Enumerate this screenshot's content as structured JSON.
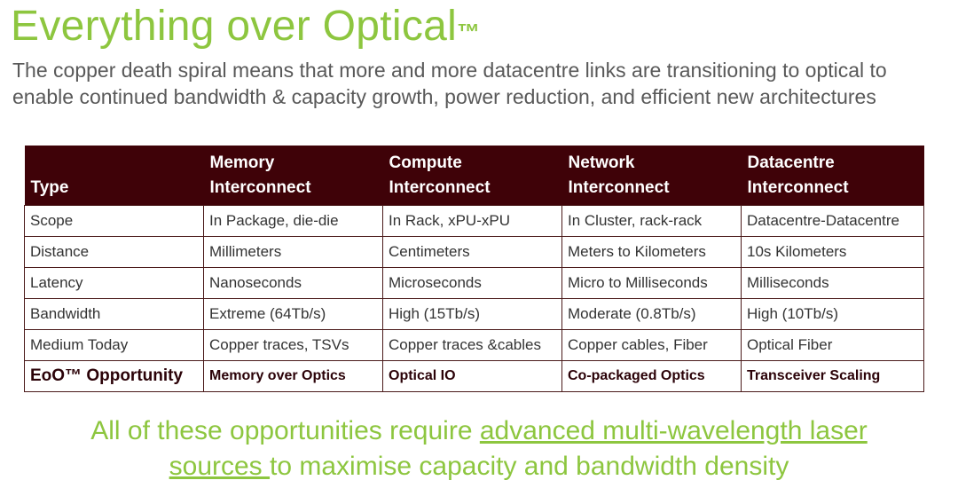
{
  "title": {
    "text": "Everything over Optical",
    "mark": "™"
  },
  "subtitle": "The copper death spiral means that more and more datacentre links are transitioning to optical to enable continued bandwidth & capacity growth, power reduction, and efficient new architectures",
  "table": {
    "headers": [
      [
        "",
        "Type"
      ],
      [
        "Memory",
        "Interconnect"
      ],
      [
        "Compute",
        "Interconnect"
      ],
      [
        "Network",
        "Interconnect"
      ],
      [
        "Datacentre",
        "Interconnect"
      ]
    ],
    "rows": [
      [
        "Scope",
        "In Package, die-die",
        "In Rack, xPU-xPU",
        "In Cluster, rack-rack",
        "Datacentre-Datacentre"
      ],
      [
        "Distance",
        "Millimeters",
        "Centimeters",
        "Meters to Kilometers",
        "10s Kilometers"
      ],
      [
        "Latency",
        "Nanoseconds",
        "Microseconds",
        "Micro to Milliseconds",
        "Milliseconds"
      ],
      [
        "Bandwidth",
        "Extreme (64Tb/s)",
        "High (15Tb/s)",
        "Moderate (0.8Tb/s)",
        "High (10Tb/s)"
      ],
      [
        "Medium Today",
        "Copper traces, TSVs",
        "Copper traces &cables",
        "Copper cables, Fiber",
        "Optical Fiber"
      ],
      [
        "EoO™ Opportunity",
        "Memory over Optics",
        "Optical IO",
        "Co-packaged Optics",
        "Transceiver Scaling"
      ]
    ]
  },
  "footer": {
    "part1": "All of these opportunities require ",
    "link1": "advanced multi-wavelength laser",
    "link2": "sources ",
    "part2": "to maximise capacity and bandwidth density"
  },
  "colors": {
    "accent_green": "#8dc63f",
    "header_bg": "#3f0208"
  }
}
